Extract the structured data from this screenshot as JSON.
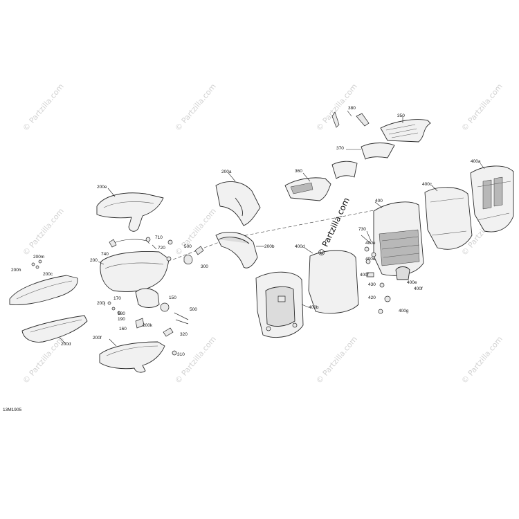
{
  "diagram_code": "13M1905",
  "watermark": {
    "main_text": "© Partzilla.com",
    "tile_text": "© Partzilla.com"
  },
  "part_labels": {
    "p380": "380",
    "p350": "350",
    "p370": "370",
    "p360": "360",
    "p400a": "400a",
    "p400c": "400c",
    "p400": "400",
    "p730": "730",
    "p400e1": "400e",
    "p400e2": "400e",
    "p400e3": "400e",
    "p400f1": "400f",
    "p400f2": "400f",
    "p430": "430",
    "p420": "420",
    "p400g": "400g",
    "p400d": "400d",
    "p400b": "400b",
    "p200a": "200a",
    "p200b": "200b",
    "p200e": "200e",
    "p710": "710",
    "p720": "720",
    "p740": "740",
    "p500a": "500",
    "p300": "300",
    "p200": "200",
    "p200m": "200m",
    "p200h": "200h",
    "p200c": "200c",
    "p170": "170",
    "p200j": "200j",
    "p180": "180",
    "p190": "190",
    "p150": "150",
    "p200k": "200k",
    "p160": "160",
    "p500b": "500",
    "p200d": "200d",
    "p200f": "200f",
    "p320": "320",
    "p310": "310"
  }
}
